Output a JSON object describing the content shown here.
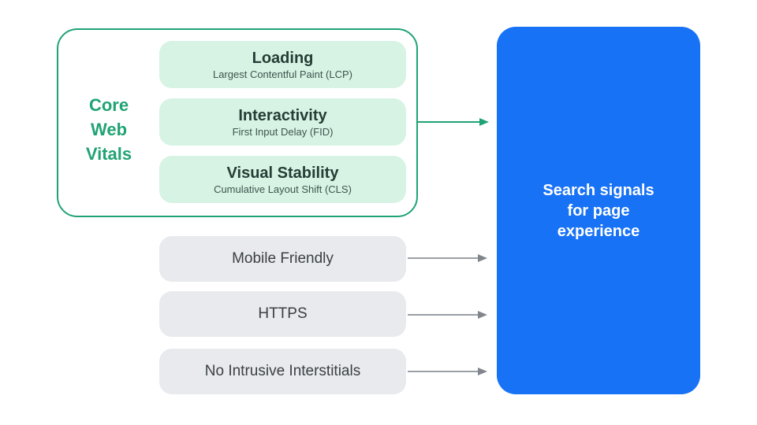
{
  "colors": {
    "green": "#20A374",
    "mint": "#D6F3E4",
    "blue": "#1772F6",
    "grayFill": "#E8EAED",
    "grayText": "#3C4043",
    "arrowShaft": "#9AA0A6",
    "arrowHead": "#80868B",
    "vitalTitle": "#263D36",
    "vitalSubtitle": "#3E564E"
  },
  "core_web_vitals": {
    "label": "Core\nWeb\nVitals",
    "items": [
      {
        "title": "Loading",
        "subtitle": "Largest Contentful Paint (LCP)"
      },
      {
        "title": "Interactivity",
        "subtitle": "First Input Delay (FID)"
      },
      {
        "title": "Visual Stability",
        "subtitle": "Cumulative Layout Shift (CLS)"
      }
    ]
  },
  "other_signals": [
    {
      "label": "Mobile Friendly"
    },
    {
      "label": "HTTPS"
    },
    {
      "label": "No Intrusive Interstitials"
    }
  ],
  "result": {
    "label": "Search signals\nfor page\nexperience"
  }
}
